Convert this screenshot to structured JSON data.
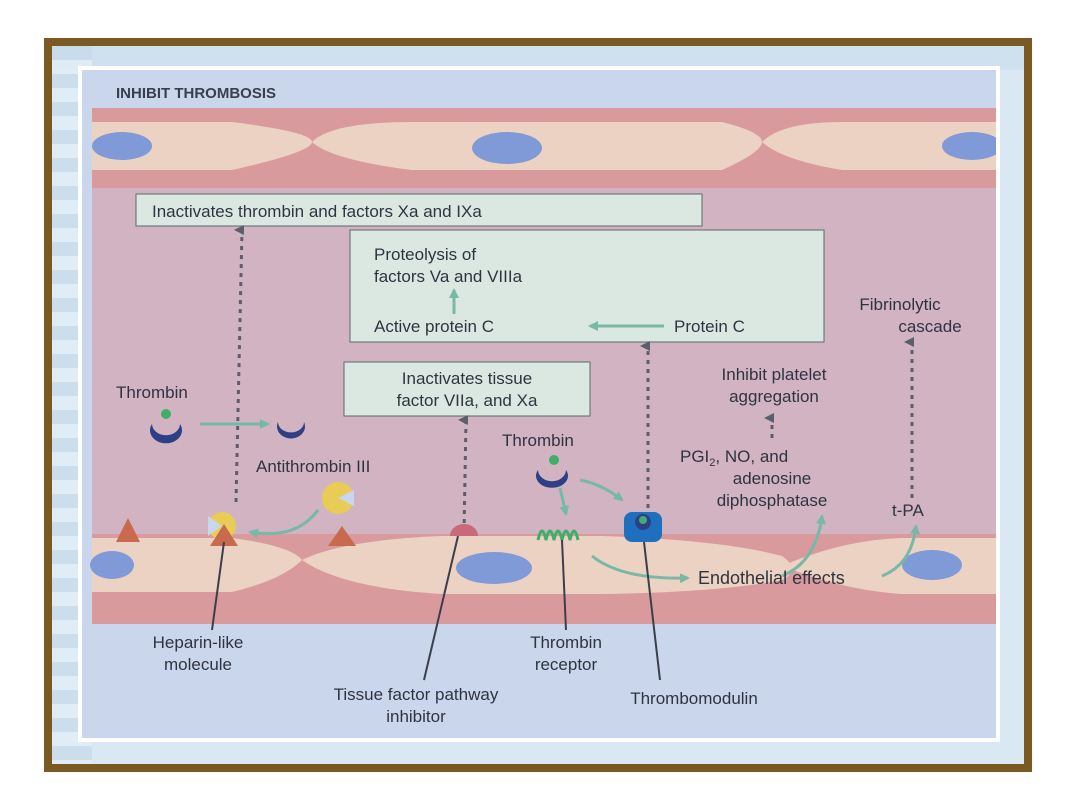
{
  "figure": {
    "title": "INHIBIT THROMBOSIS",
    "boxes": {
      "inactivates_thrombin": "Inactivates thrombin and factors Xa and IXa",
      "proteolysis_line1": "Proteolysis of",
      "proteolysis_line2": "factors Va and VIIIa",
      "active_protein_c": "Active protein C",
      "protein_c": "Protein C",
      "inactivates_tissue_line1": "Inactivates tissue",
      "inactivates_tissue_line2": "factor VIIa, and Xa"
    },
    "labels": {
      "thrombin_left": "Thrombin",
      "antithrombin": "Antithrombin III",
      "thrombin_center": "Thrombin",
      "fibrinolytic_line1": "Fibrinolytic",
      "fibrinolytic_line2": "cascade",
      "inhibit_platelet_line1": "Inhibit platelet",
      "inhibit_platelet_line2": "aggregation",
      "pgi_line1_prefix": "PGI",
      "pgi_line1_sub": "2",
      "pgi_line1_suffix": ", NO, and",
      "pgi_line2": "adenosine",
      "pgi_line3": "diphosphatase",
      "tpa": "t-PA",
      "endothelial_effects": "Endothelial effects",
      "heparin_line1": "Heparin-like",
      "heparin_line2": "molecule",
      "tfpi_line1": "Tissue factor pathway",
      "tfpi_line2": "inhibitor",
      "thrombin_receptor_line1": "Thrombin",
      "thrombin_receptor_line2": "receptor",
      "thrombomodulin": "Thrombomodulin"
    }
  },
  "colors": {
    "frame": "#7a5a22",
    "vessel_pink": "#d99a9e",
    "vessel_dark": "#c47478",
    "cell": "#ecd2c2",
    "nucleus": "#7f9ad6",
    "box_fill": "#dbe8e2",
    "arrow_green": "#78b8a6",
    "text": "#2f3440",
    "thrombin_blue": "#2e3f86",
    "antithrombin_yellow": "#e8cc55",
    "heparin_red": "#c86a4e"
  }
}
